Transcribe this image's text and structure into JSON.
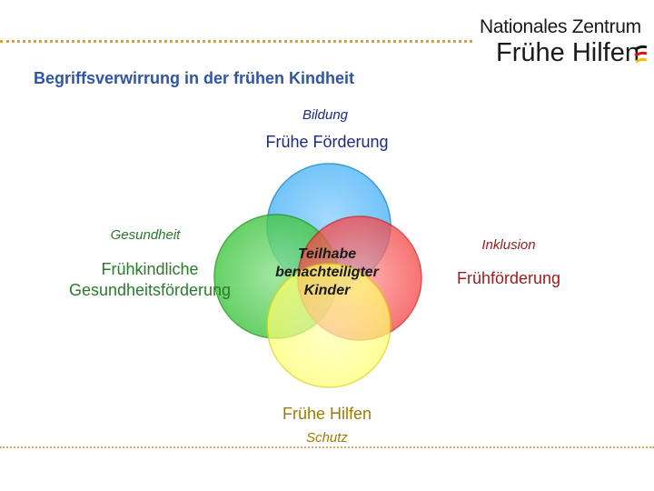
{
  "logo": {
    "line1": "Nationales Zentrum",
    "line2": "Frühe Hilfen"
  },
  "title": "Begriffsverwirrung in der frühen Kindheit",
  "diagram": {
    "center": [
      "Teilhabe",
      "benachteiligter",
      "Kinder"
    ],
    "circles": [
      {
        "key": "bildung",
        "label": "Bildung",
        "value": "Frühe Förderung",
        "color": "#5bbaf7"
      },
      {
        "key": "gesundheit",
        "label": "Gesundheit",
        "value_lines": [
          "Frühkindliche",
          "Gesundheitsförderung"
        ],
        "color": "#3fc43f"
      },
      {
        "key": "inklusion",
        "label": "Inklusion",
        "value": "Frühförderung",
        "color": "#f43c3c"
      },
      {
        "key": "schutz",
        "label": "Schutz",
        "value": "Frühe Hilfen",
        "color": "#ffff66"
      }
    ]
  },
  "colors": {
    "title": "#2f55a4",
    "dots": "#e0a020"
  }
}
